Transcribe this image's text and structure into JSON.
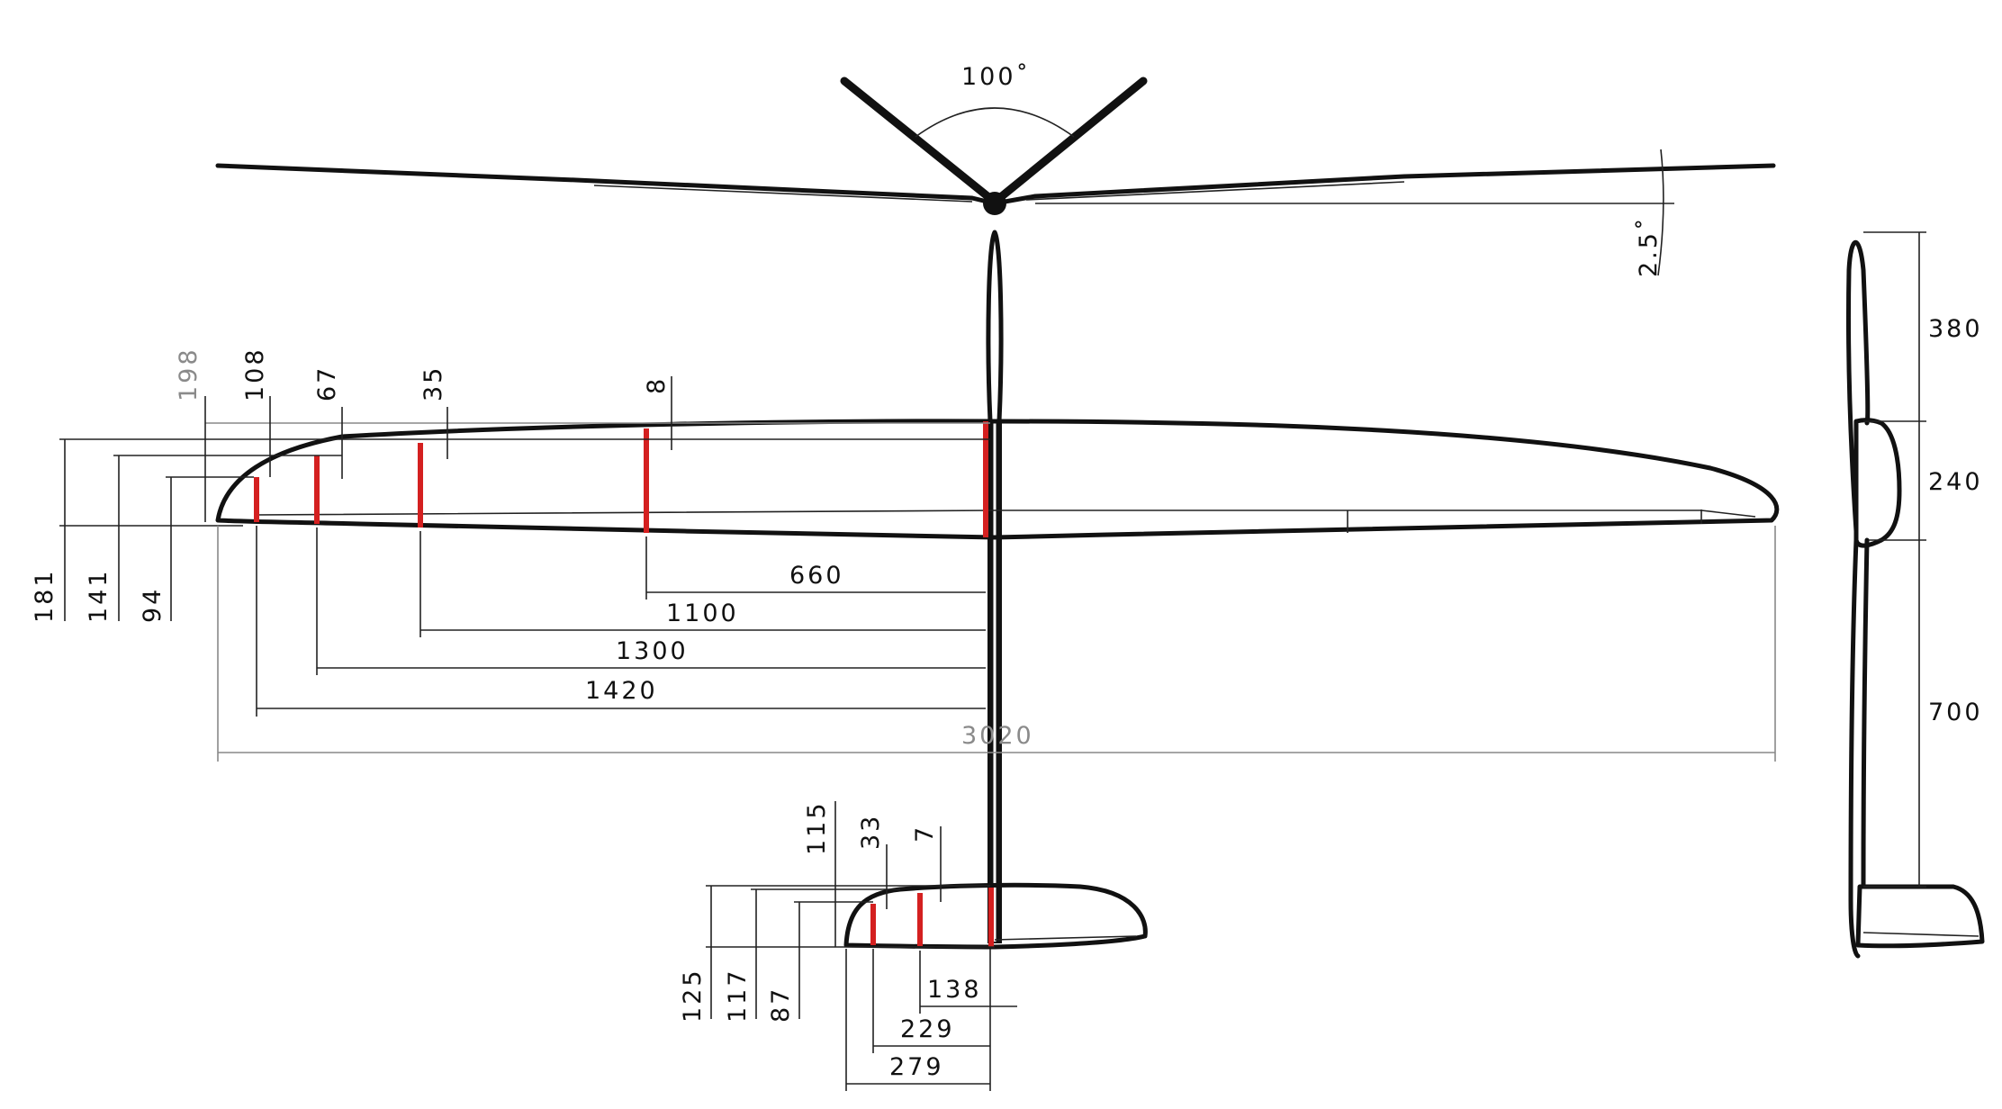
{
  "dihedral_angle": "100˚",
  "wing_dihedral": "2.5˚",
  "wing": {
    "chord_heights": [
      "181",
      "141",
      "94"
    ],
    "sweep_offsets": [
      "198",
      "108",
      "67",
      "35",
      "8"
    ],
    "rib_stations": [
      "660",
      "1100",
      "1300",
      "1420"
    ],
    "span": "3020"
  },
  "tail": {
    "chord_heights": [
      "125",
      "117",
      "87"
    ],
    "sweep_offsets": [
      "115",
      "33",
      "7"
    ],
    "rib_stations": [
      "138",
      "229",
      "279"
    ]
  },
  "side_view": {
    "segments": [
      "380",
      "240",
      "700"
    ]
  },
  "colors": {
    "outline": "#111111",
    "rib": "#d42020",
    "dimension_grey": "#8a8a8a"
  }
}
